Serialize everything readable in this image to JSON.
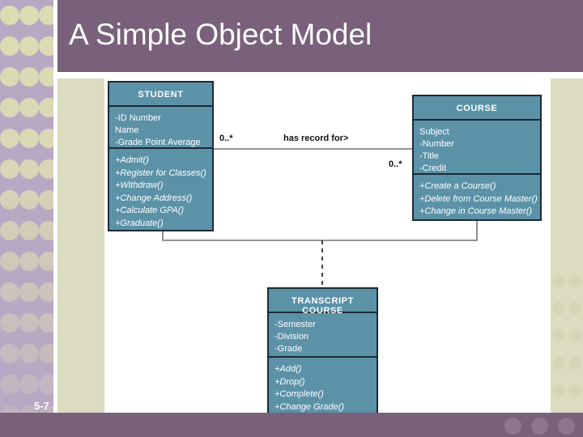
{
  "slide": {
    "title": "A Simple Object Model",
    "page_number": "5-7",
    "colors": {
      "title_band": "#79607b",
      "sidebar": "#b9a8c4",
      "sidebar_dot": "#dcdcb4",
      "panel_khaki": "#dcdcc0",
      "class_box": "#5b92a8",
      "class_border": "#1a2b33",
      "canvas": "#ffffff"
    }
  },
  "diagram": {
    "type": "uml-class-diagram",
    "classes": [
      {
        "id": "student",
        "name": "STUDENT",
        "attributes": [
          "-ID Number",
          " Name",
          "-Grade Point Average"
        ],
        "operations": [
          "+Admit()",
          "+Register for Classes()",
          "+Withdraw()",
          "+Change Address()",
          "+Calculate GPA()",
          "+Graduate()"
        ]
      },
      {
        "id": "course",
        "name": "COURSE",
        "attributes": [
          " Subject",
          "-Number",
          "-Title",
          "-Credit"
        ],
        "operations": [
          "+Create a Course()",
          "+Delete from Course Master()",
          "+Change in Course Master()"
        ]
      },
      {
        "id": "transcript_course",
        "name": "TRANSCRIPT COURSE",
        "attributes": [
          "-Semester",
          "-Division",
          "-Grade"
        ],
        "operations": [
          "+Add()",
          "+Drop()",
          "+Complete()",
          "+Change Grade()"
        ]
      }
    ],
    "association": {
      "label": "has record for>",
      "multiplicity_student_end": "0..*",
      "multiplicity_course_end": "0..*",
      "association_class": "TRANSCRIPT COURSE",
      "link_style": "dashed"
    }
  }
}
